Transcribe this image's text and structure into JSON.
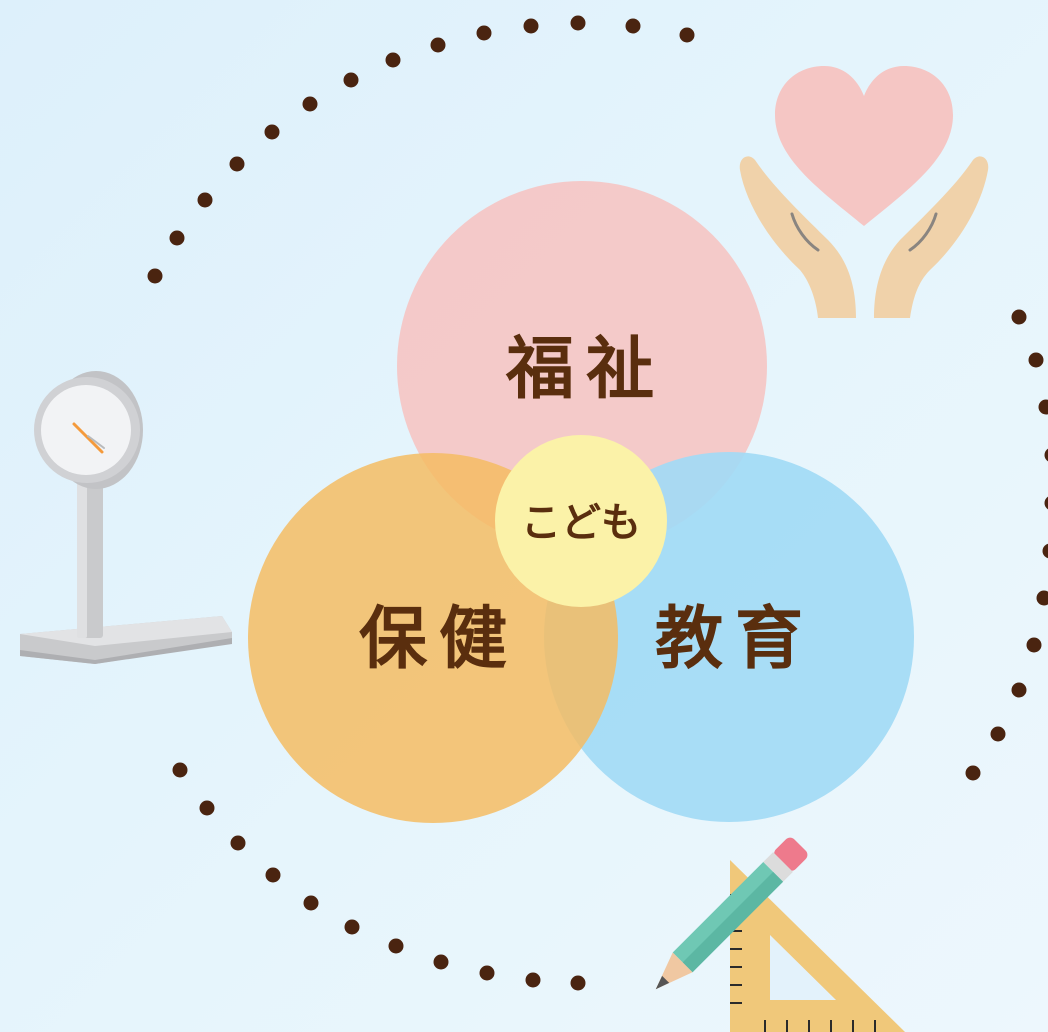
{
  "diagram": {
    "circles": {
      "welfare": {
        "label": "福祉",
        "color": "#f5c6c4"
      },
      "health": {
        "label": "保健",
        "color": "#f4bc63"
      },
      "education": {
        "label": "教育",
        "color": "#a2daf5"
      }
    },
    "center": {
      "label": "こども",
      "color": "#fbf2a8"
    },
    "text_color": "#5a2e0e",
    "dot_color": "#4a2410"
  },
  "icons": {
    "top_right": "heart-hands-icon",
    "left": "weighing-scale-icon",
    "bottom_right": "pencil-ruler-icon"
  }
}
